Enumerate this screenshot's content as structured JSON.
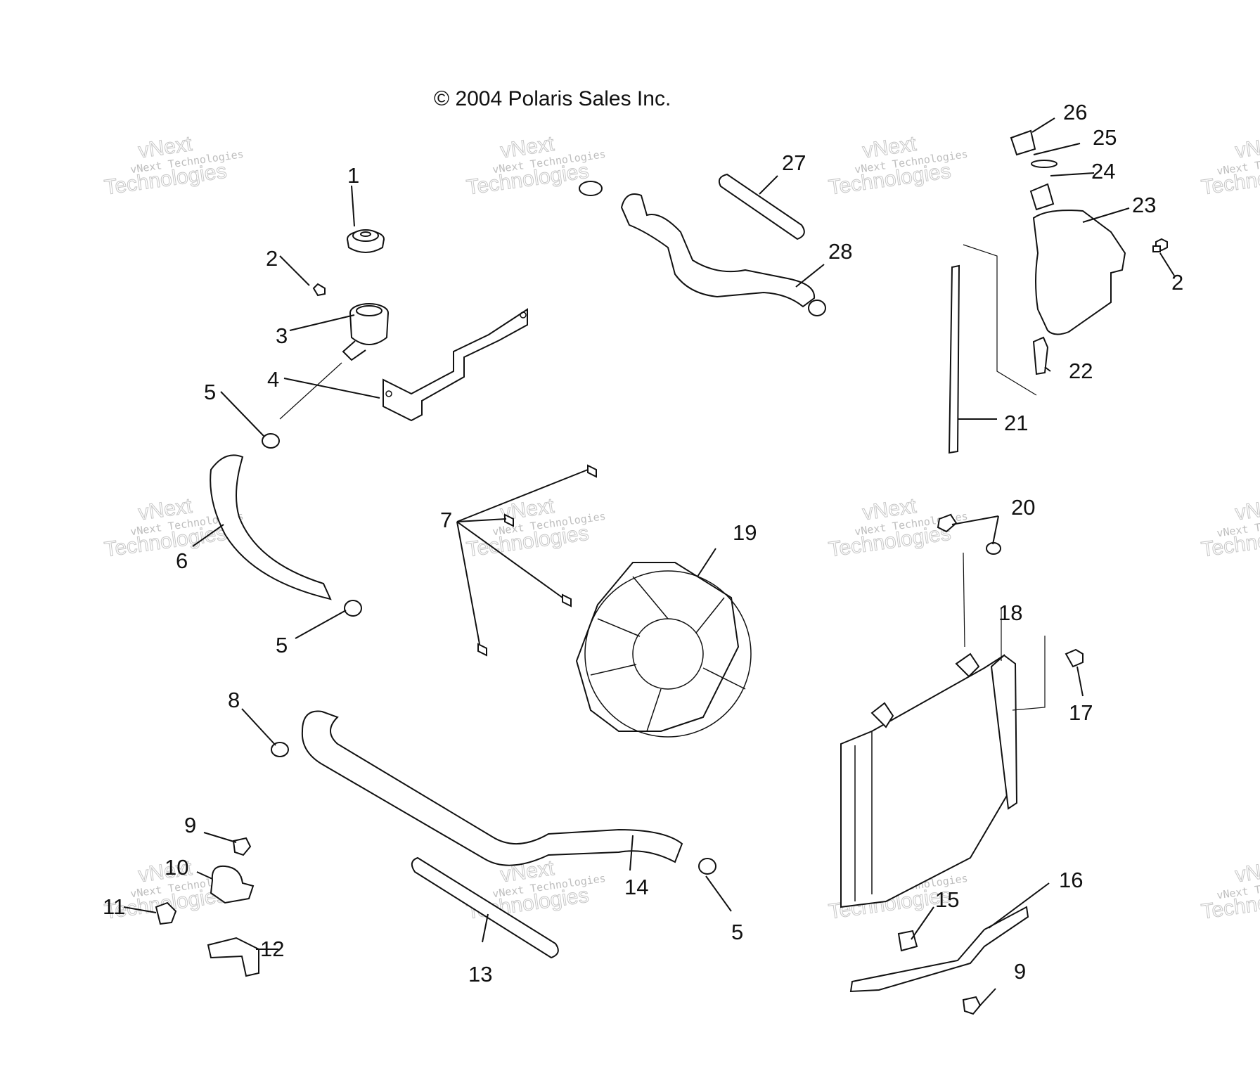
{
  "copyright": "© 2004 Polaris Sales Inc.",
  "watermark": {
    "line1": "vNext Technologies",
    "line2": "vNext",
    "line3": "Technologies"
  },
  "callouts": {
    "c1": "1",
    "c2a": "2",
    "c2b": "2",
    "c3": "3",
    "c4": "4",
    "c5a": "5",
    "c5b": "5",
    "c5c": "5",
    "c6": "6",
    "c7": "7",
    "c8": "8",
    "c9a": "9",
    "c9b": "9",
    "c10": "10",
    "c11": "11",
    "c12": "12",
    "c13": "13",
    "c14": "14",
    "c15": "15",
    "c16": "16",
    "c17": "17",
    "c18": "18",
    "c19": "19",
    "c20": "20",
    "c21": "21",
    "c22": "22",
    "c23": "23",
    "c24": "24",
    "c25": "25",
    "c26": "26",
    "c27": "27",
    "c28": "28"
  }
}
